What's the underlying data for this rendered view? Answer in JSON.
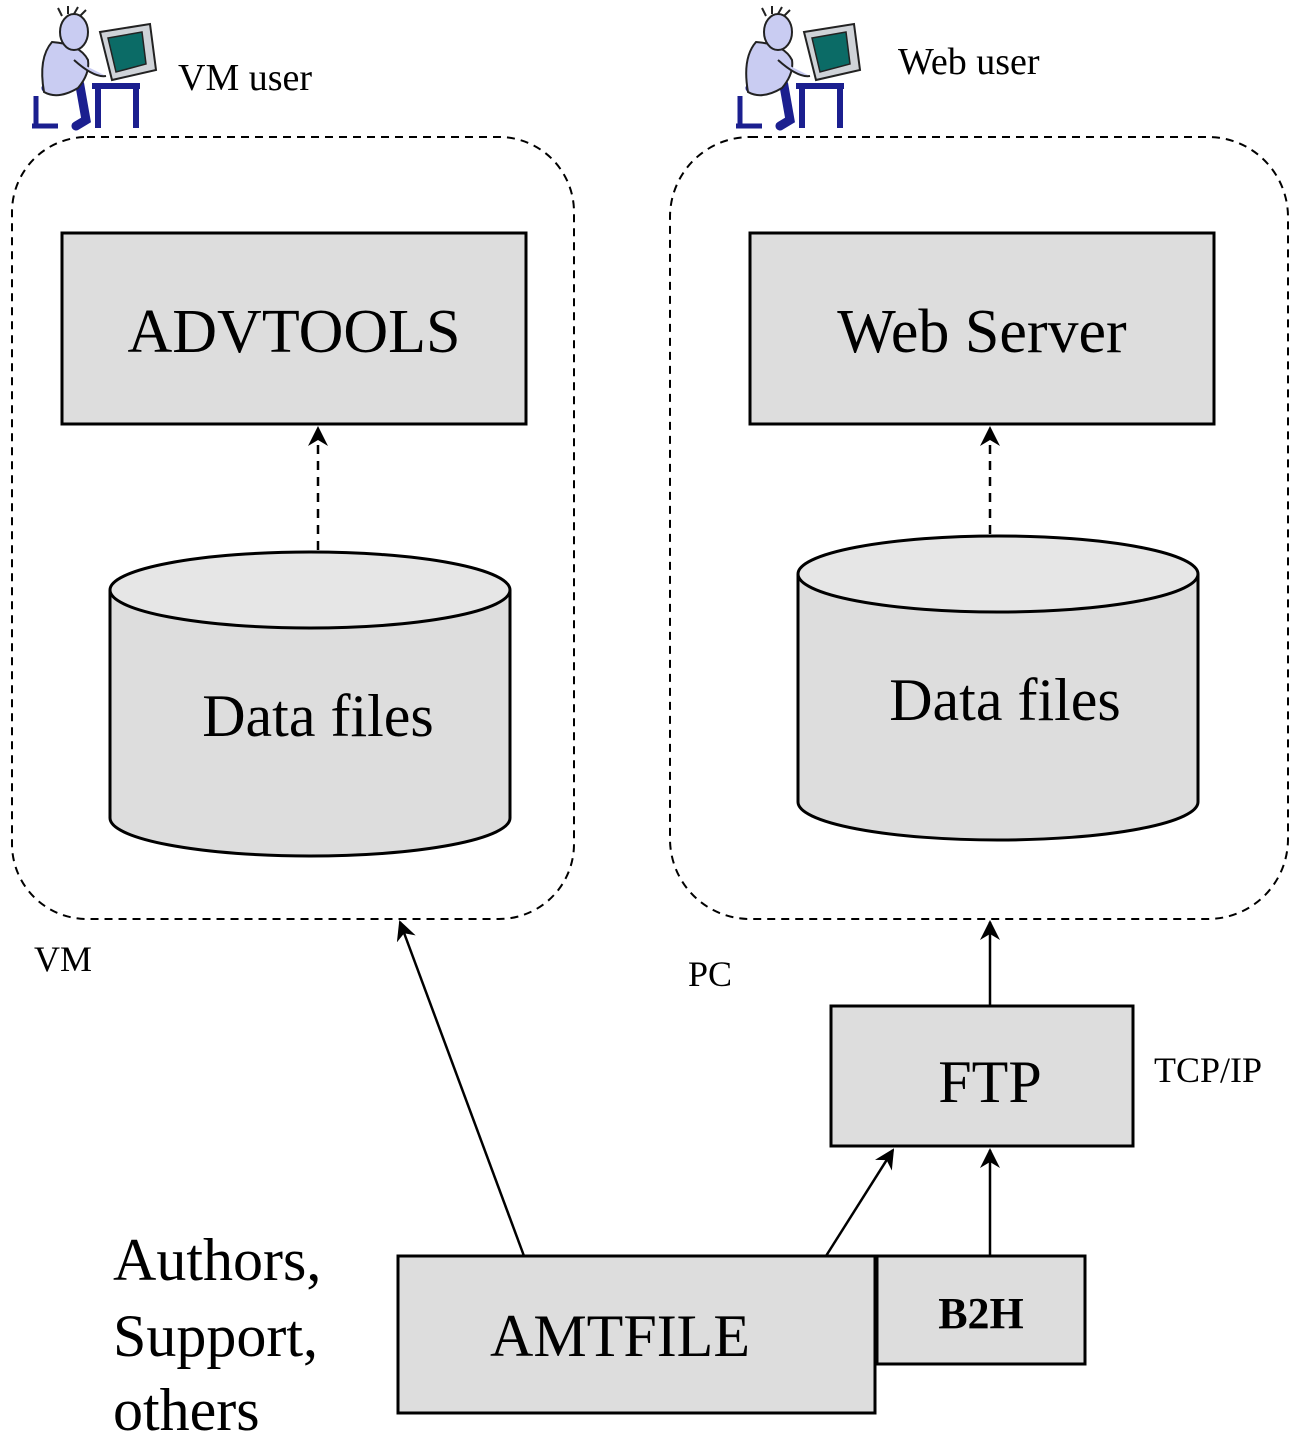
{
  "users": {
    "vm_user": "VM user",
    "web_user": "Web user"
  },
  "vm": {
    "label": "VM",
    "tool": "ADVTOOLS",
    "store": "Data files"
  },
  "pc": {
    "label": "PC",
    "server": "Web Server",
    "store": "Data files"
  },
  "transfer": {
    "ftp": "FTP",
    "protocol": "TCP/IP",
    "b2h": "B2H",
    "amtfile": "AMTFILE"
  },
  "sources": {
    "line1": "Authors,",
    "line2": "Support,",
    "line3": "others"
  },
  "colors": {
    "box_fill": "#dddddd",
    "cylinder_top": "#e6e6e6",
    "stroke": "#000000",
    "person_skin": "#c9ccf2",
    "person_blue": "#1b1f8f",
    "monitor_screen": "#0b6b66",
    "monitor_case": "#cfd3d8"
  }
}
